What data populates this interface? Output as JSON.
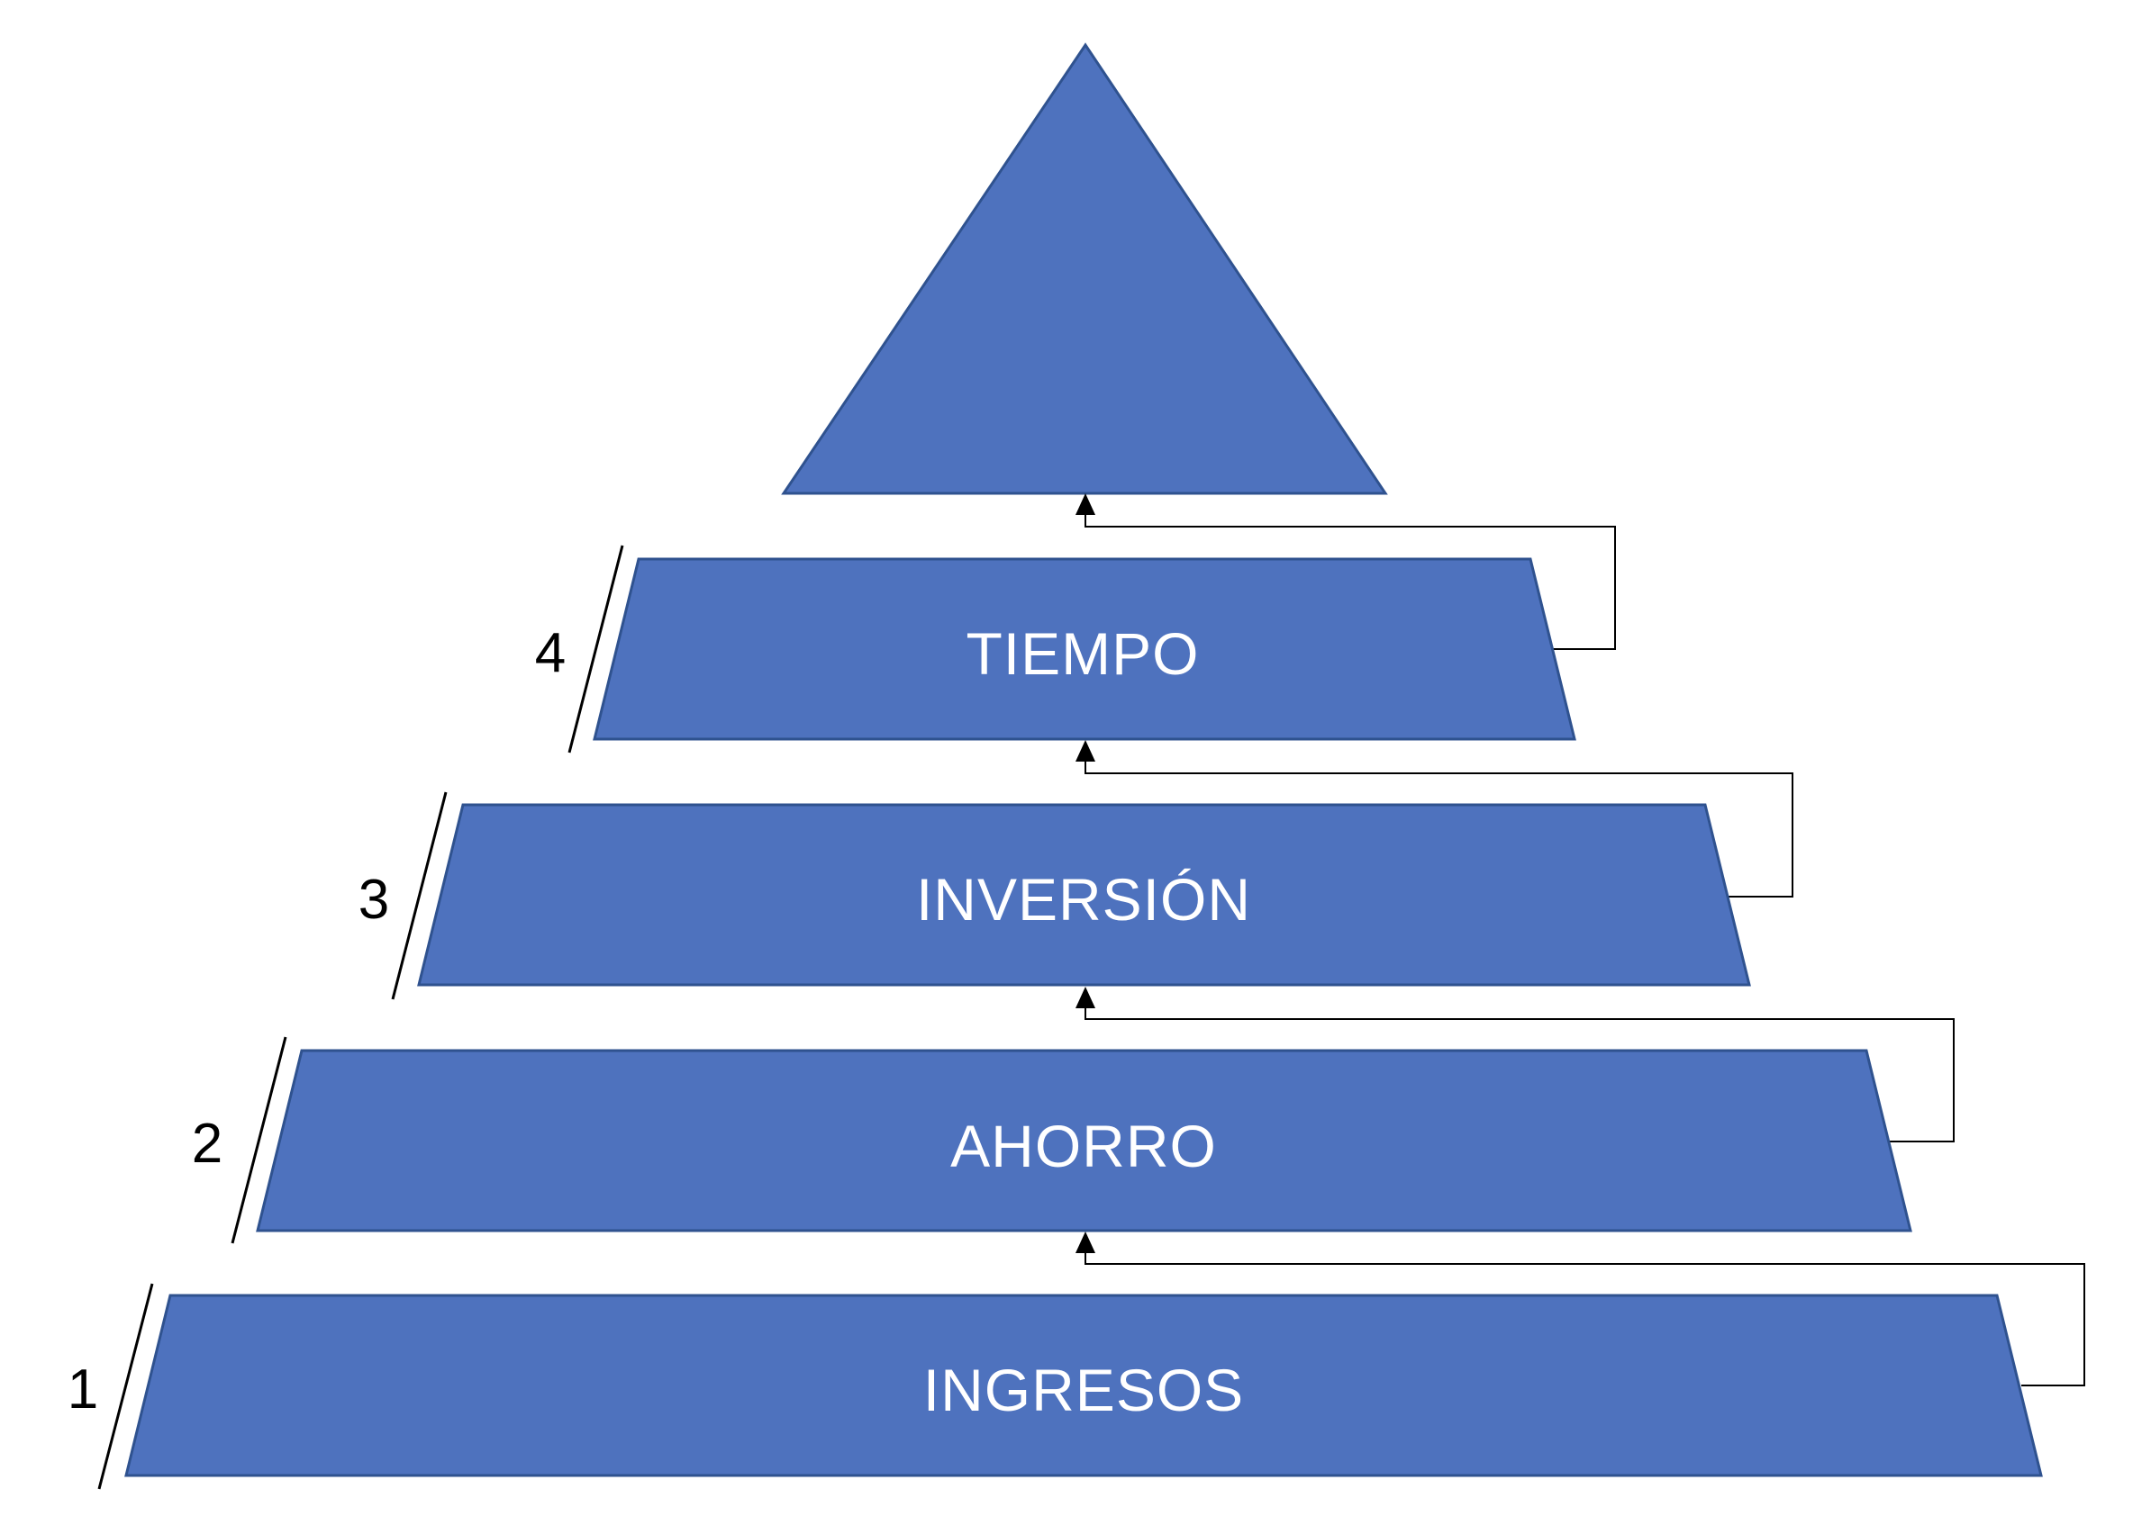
{
  "diagram": {
    "colors": {
      "fill": "#4e72be",
      "stroke": "#2f528f",
      "label_text": "#ffffff",
      "number_text": "#000000",
      "connector": "#000000"
    },
    "levels": [
      {
        "number": "1",
        "label": "INGRESOS"
      },
      {
        "number": "2",
        "label": "AHORRO"
      },
      {
        "number": "3",
        "label": "INVERSIÓN"
      },
      {
        "number": "4",
        "label": "TIEMPO"
      }
    ]
  }
}
